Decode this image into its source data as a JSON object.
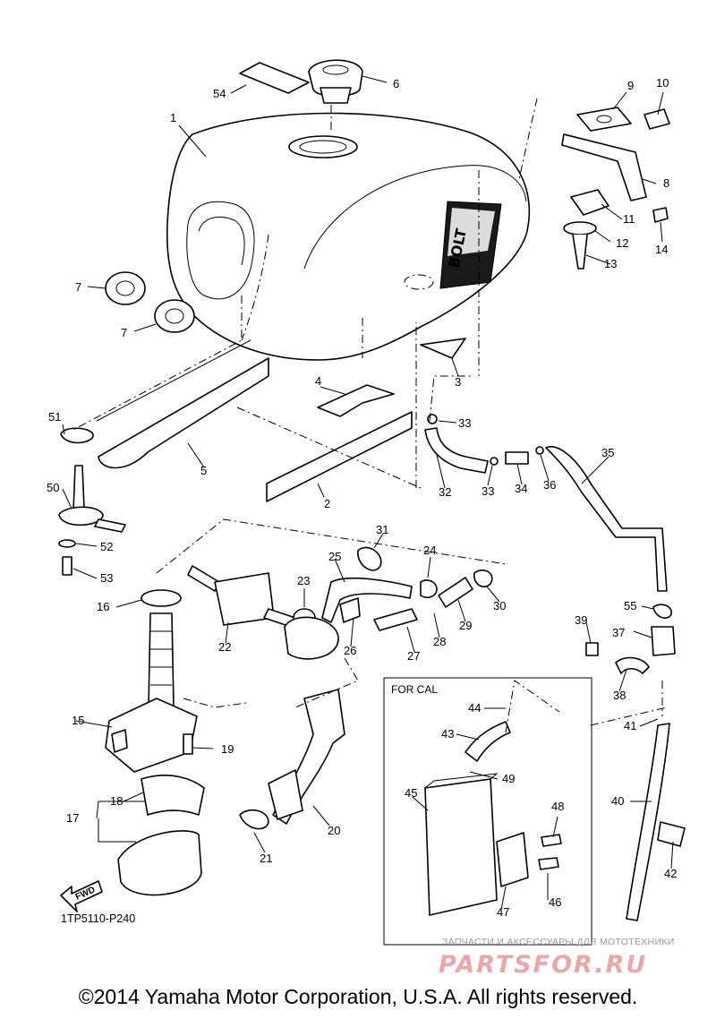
{
  "diagram": {
    "part_labels": [
      {
        "id": "p1",
        "text": "1"
      },
      {
        "id": "p2",
        "text": "2"
      },
      {
        "id": "p3",
        "text": "3"
      },
      {
        "id": "p4",
        "text": "4"
      },
      {
        "id": "p5",
        "text": "5"
      },
      {
        "id": "p6",
        "text": "6"
      },
      {
        "id": "p7a",
        "text": "7"
      },
      {
        "id": "p7b",
        "text": "7"
      },
      {
        "id": "p8",
        "text": "8"
      },
      {
        "id": "p9",
        "text": "9"
      },
      {
        "id": "p10",
        "text": "10"
      },
      {
        "id": "p11",
        "text": "11"
      },
      {
        "id": "p12",
        "text": "12"
      },
      {
        "id": "p13",
        "text": "13"
      },
      {
        "id": "p14",
        "text": "14"
      },
      {
        "id": "p15",
        "text": "15"
      },
      {
        "id": "p16",
        "text": "16"
      },
      {
        "id": "p17",
        "text": "17"
      },
      {
        "id": "p18",
        "text": "18"
      },
      {
        "id": "p19",
        "text": "19"
      },
      {
        "id": "p20",
        "text": "20"
      },
      {
        "id": "p21",
        "text": "21"
      },
      {
        "id": "p22",
        "text": "22"
      },
      {
        "id": "p23",
        "text": "23"
      },
      {
        "id": "p24",
        "text": "24"
      },
      {
        "id": "p25",
        "text": "25"
      },
      {
        "id": "p26",
        "text": "26"
      },
      {
        "id": "p27",
        "text": "27"
      },
      {
        "id": "p28",
        "text": "28"
      },
      {
        "id": "p29",
        "text": "29"
      },
      {
        "id": "p30",
        "text": "30"
      },
      {
        "id": "p31",
        "text": "31"
      },
      {
        "id": "p32",
        "text": "32"
      },
      {
        "id": "p33a",
        "text": "33"
      },
      {
        "id": "p33b",
        "text": "33"
      },
      {
        "id": "p34",
        "text": "34"
      },
      {
        "id": "p35",
        "text": "35"
      },
      {
        "id": "p36",
        "text": "36"
      },
      {
        "id": "p37",
        "text": "37"
      },
      {
        "id": "p38",
        "text": "38"
      },
      {
        "id": "p39",
        "text": "39"
      },
      {
        "id": "p40",
        "text": "40"
      },
      {
        "id": "p41",
        "text": "41"
      },
      {
        "id": "p42",
        "text": "42"
      },
      {
        "id": "p43",
        "text": "43"
      },
      {
        "id": "p44",
        "text": "44"
      },
      {
        "id": "p45",
        "text": "45"
      },
      {
        "id": "p46",
        "text": "46"
      },
      {
        "id": "p47",
        "text": "47"
      },
      {
        "id": "p48",
        "text": "48"
      },
      {
        "id": "p49",
        "text": "49"
      },
      {
        "id": "p50",
        "text": "50"
      },
      {
        "id": "p51",
        "text": "51"
      },
      {
        "id": "p52",
        "text": "52"
      },
      {
        "id": "p53",
        "text": "53"
      },
      {
        "id": "p54",
        "text": "54"
      },
      {
        "id": "p55",
        "text": "55"
      }
    ],
    "cal_box_title": "FOR CAL",
    "tank_logo_text": "BOLT",
    "fwd_arrow_text": "FWD",
    "diagram_code": "1TP5110-P240"
  },
  "watermark": {
    "tagline": "ЗАПЧАСТИ И АКСЕССУАРЫ ДЛЯ МОТОТЕХНИКИ",
    "brand": "PARTSFOR.RU",
    "brand_color": "#e9a7a7"
  },
  "copyright": "©2014 Yamaha Motor Corporation, U.S.A. All rights reserved."
}
